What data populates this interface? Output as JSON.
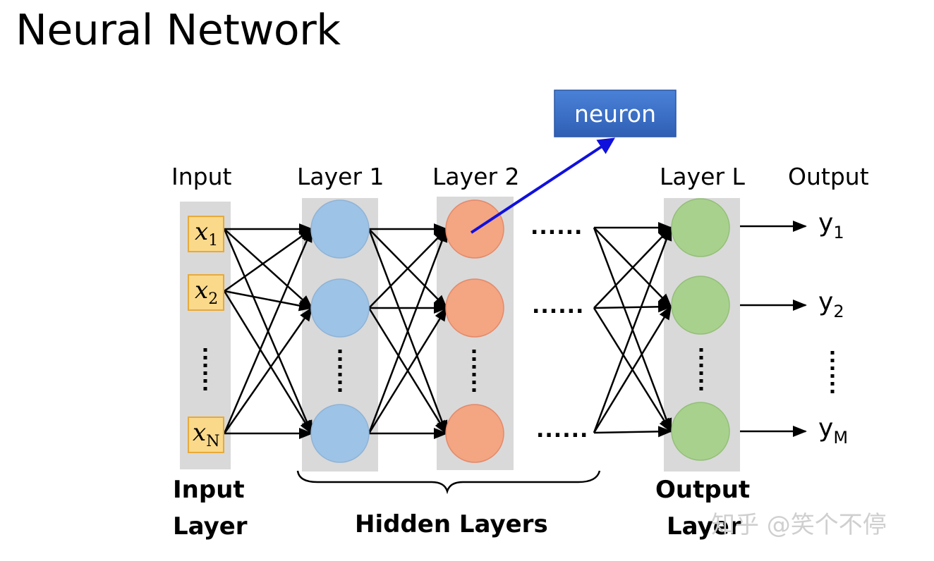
{
  "title": "Neural Network",
  "callout": "neuron",
  "columns": {
    "input": "Input",
    "layer1": "Layer 1",
    "layer2": "Layer 2",
    "layerL": "Layer L",
    "output": "Output"
  },
  "inputs": [
    {
      "base": "x",
      "sub": "1"
    },
    {
      "base": "x",
      "sub": "2"
    },
    {
      "base": "x",
      "sub": "N"
    }
  ],
  "outputs": [
    {
      "base": "y",
      "sub": "1"
    },
    {
      "base": "y",
      "sub": "2"
    },
    {
      "base": "y",
      "sub": "M"
    }
  ],
  "ellipsis": "......",
  "bottom": {
    "input_layer_line1": "Input",
    "input_layer_line2": "Layer",
    "hidden_layers": "Hidden Layers",
    "output_layer_line1": "Output",
    "output_layer_line2": "Layer"
  },
  "watermark": "知乎 @笑个不停",
  "colors": {
    "input_box": "#fbd98a",
    "input_box_border": "#e8a93a",
    "layer1_neuron": "#9dc3e6",
    "layer2_neuron": "#f4a582",
    "output_neuron": "#a9d18e",
    "column_bg": "#d9d9d9",
    "callout_bg": "#3a6fc4",
    "callout_arrow": "#1010dd"
  }
}
